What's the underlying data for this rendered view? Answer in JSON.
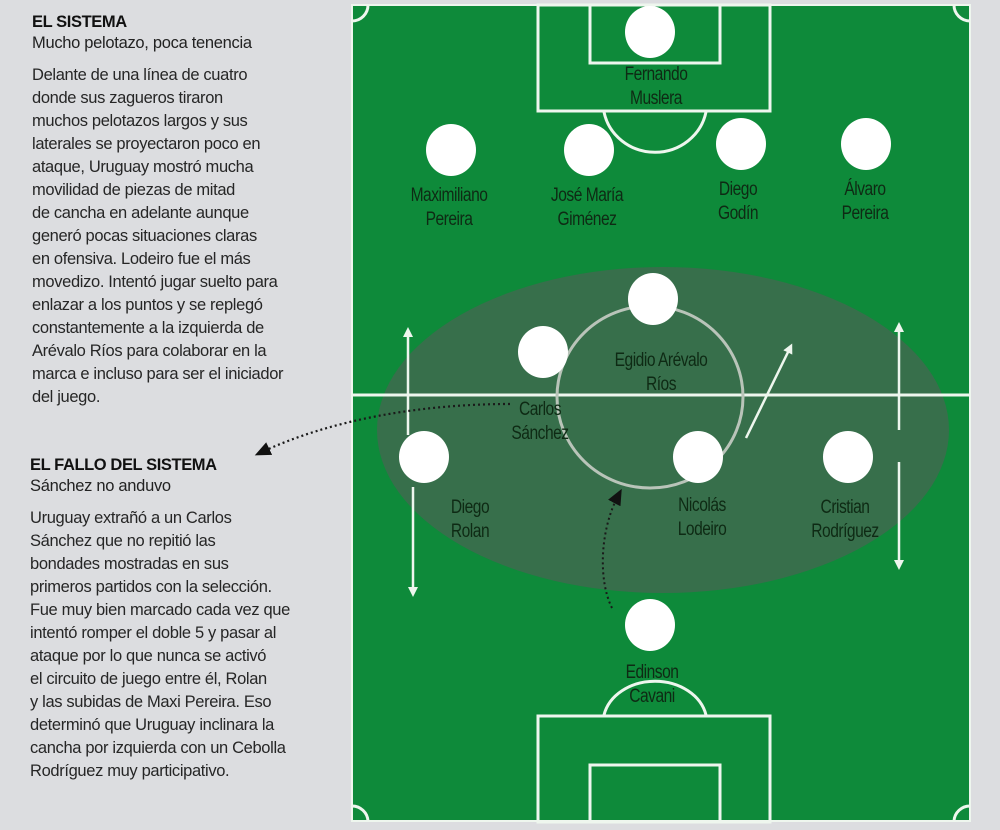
{
  "sidebar": {
    "section1": {
      "title": "EL SISTEMA",
      "subtitle": "Mucho pelotazo, poca tenencia",
      "lines": [
        "Delante de una línea de cuatro",
        "donde sus zagueros tiraron",
        "muchos pelotazos largos y sus",
        "laterales se proyectaron poco en",
        "ataque, Uruguay mostró mucha",
        "movilidad de piezas de mitad",
        "de cancha en adelante aunque",
        "generó pocas situaciones claras",
        "en ofensiva. Lodeiro fue el más",
        "movedizo. Intentó jugar suelto para",
        "enlazar a los puntos y se replegó",
        "constantemente a la izquierda de",
        "Arévalo Ríos para colaborar en la",
        "marca e incluso para ser el iniciador",
        "del juego."
      ]
    },
    "section2": {
      "title": "EL FALLO DEL SISTEMA",
      "subtitle": "Sánchez no anduvo",
      "lines": [
        "Uruguay extrañó a un Carlos",
        "Sánchez que no repitió las",
        "bondades mostradas en sus",
        "primeros partidos con la selección.",
        "Fue muy bien marcado cada vez que",
        "intentó romper el doble 5 y pasar al",
        "ataque por lo que nunca se activó",
        "el circuito de juego entre él, Rolan",
        "y las subidas de Maxi Pereira. Eso",
        "determinó que Uruguay inclinara la",
        "cancha por izquierda con un Cebolla",
        "Rodríguez muy participativo."
      ]
    }
  },
  "pitch": {
    "colors": {
      "grass": "#0e8a3a",
      "lines": "#eef6ee",
      "zone_overlay": "#5a5a5a",
      "player_dot": "#ffffff",
      "name_text": "#0e2a14",
      "panel_bg": "#dcdde0"
    },
    "players": [
      {
        "id": "muslera",
        "line1": "Fernando",
        "line2": "Muslera",
        "role": "goalkeeper"
      },
      {
        "id": "maxi-pereira",
        "line1": "Maximiliano",
        "line2": "Pereira",
        "role": "defender"
      },
      {
        "id": "gimenez",
        "line1": "José María",
        "line2": "Giménez",
        "role": "defender"
      },
      {
        "id": "godin",
        "line1": "Diego",
        "line2": "Godín",
        "role": "defender"
      },
      {
        "id": "alvaro-pereira",
        "line1": "Álvaro",
        "line2": "Pereira",
        "role": "defender"
      },
      {
        "id": "arevalo-rios",
        "line1": "Egidio Arévalo",
        "line2": "Ríos",
        "role": "midfielder"
      },
      {
        "id": "carlos-sanchez",
        "line1": "Carlos",
        "line2": "Sánchez",
        "role": "midfielder"
      },
      {
        "id": "rolan",
        "line1": "Diego",
        "line2": "Rolan",
        "role": "midfielder"
      },
      {
        "id": "lodeiro",
        "line1": "Nicolás",
        "line2": "Lodeiro",
        "role": "midfielder"
      },
      {
        "id": "cristian-rodriguez",
        "line1": "Cristian",
        "line2": "Rodríguez",
        "role": "midfielder"
      },
      {
        "id": "cavani",
        "line1": "Edinson",
        "line2": "Cavani",
        "role": "forward"
      }
    ]
  }
}
